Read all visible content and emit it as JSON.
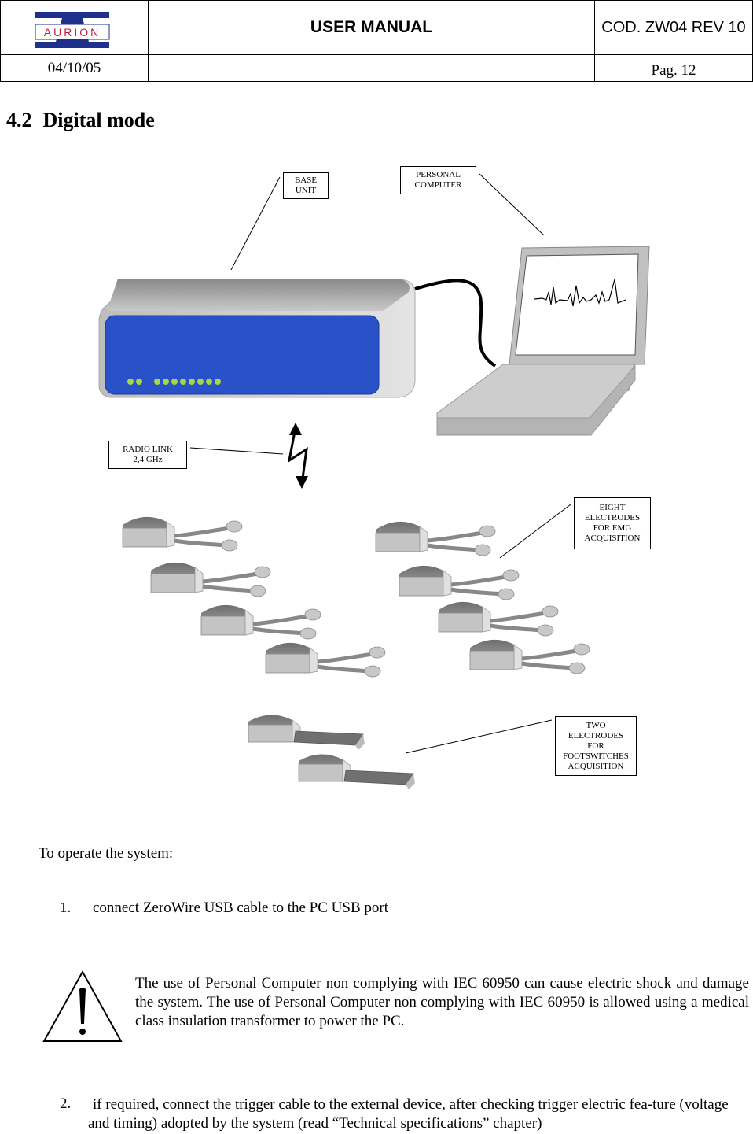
{
  "header": {
    "logo_text": "AURION",
    "title": "USER MANUAL",
    "code": "COD. ZW04 REV 10",
    "date": "04/10/05",
    "page": "Pag. 12"
  },
  "section": {
    "number": "4.2",
    "title": "Digital mode"
  },
  "diagram": {
    "labels": {
      "base_unit": "BASE\nUNIT",
      "personal_computer": "PERSONAL\nCOMPUTER",
      "radio_link": "RADIO LINK\n2,4 GHz",
      "eight_electrodes": "EIGHT\nELECTRODES\nFOR EMG\nACQUISITION",
      "two_electrodes": "TWO\nELECTRODES\nFOR\nFOOTSWITCHES\nACQUISITION"
    },
    "colors": {
      "base_front": "#2a52c8",
      "led": "#a8d840",
      "device_grey": "#b0b0b0"
    }
  },
  "body": {
    "intro": "To operate the system:",
    "step1_num": "1.",
    "step1_text": "connect ZeroWire USB cable to the PC USB port",
    "warning": "The use of Personal Computer non complying with IEC 60950 can cause electric shock and damage the system. The use of Personal Computer non complying with IEC 60950 is allowed using a medical class insulation transformer to power the PC.",
    "step2_num": "2.",
    "step2_text": "if required, connect the trigger cable to the external device, after checking trigger electric fea-ture (voltage and timing) adopted by the system (read “Technical specifications” chapter)"
  }
}
